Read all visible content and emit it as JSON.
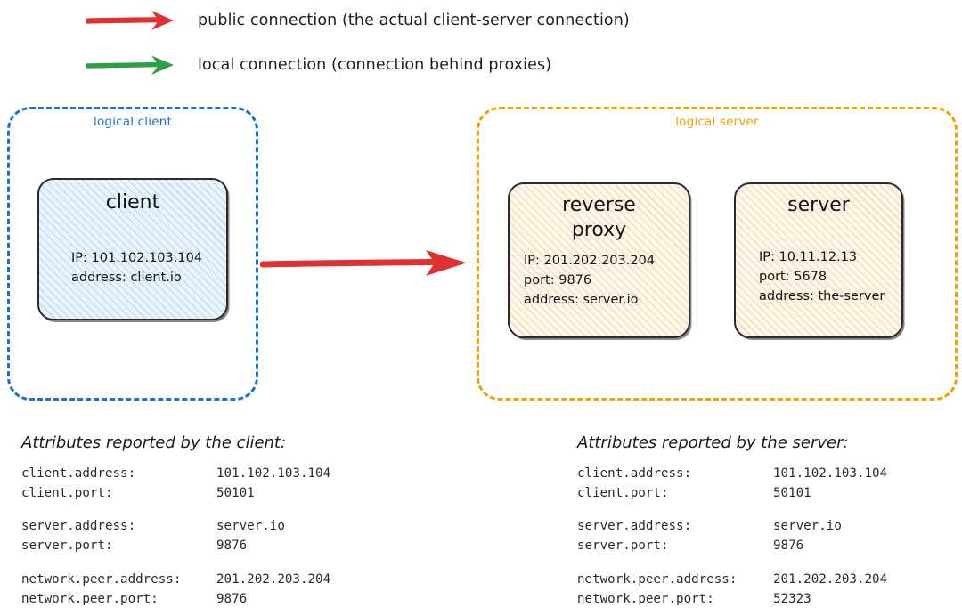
{
  "legend": {
    "items": [
      {
        "icon": "red-arrow-icon",
        "color": "#e03131",
        "label": "public connection (the actual client-server connection)"
      },
      {
        "icon": "green-arrow-icon",
        "color": "#2f9e44",
        "label": "local connection (connection behind proxies)"
      }
    ]
  },
  "diagram": {
    "main_arrow": {
      "icon": "red-arrow-icon",
      "color": "#e03131",
      "from": "client",
      "to": "reverse proxy"
    },
    "groups": [
      {
        "id": "client",
        "label": "logical client",
        "color": "#1971d2",
        "nodes": [
          {
            "id": "client",
            "title": "client",
            "fill": "#e8f3fb",
            "lines": [
              "IP: 101.102.103.104",
              "address: client.io"
            ]
          }
        ]
      },
      {
        "id": "server",
        "label": "logical server",
        "color": "#f59f00",
        "nodes": [
          {
            "id": "reverse-proxy",
            "title": "reverse\nproxy",
            "fill": "#fdf6ea",
            "lines": [
              "IP: 201.202.203.204",
              "port: 9876",
              "address: server.io"
            ]
          },
          {
            "id": "server",
            "title": "server",
            "fill": "#fdf6ea",
            "lines": [
              "IP: 10.11.12.13",
              "port: 5678",
              "address: the-server"
            ]
          }
        ]
      }
    ]
  },
  "attributes": {
    "client": {
      "heading": "Attributes reported by the client:",
      "groups": [
        [
          {
            "key": "client.address:",
            "value": "101.102.103.104"
          },
          {
            "key": "client.port:",
            "value": "50101"
          }
        ],
        [
          {
            "key": "server.address:",
            "value": "server.io"
          },
          {
            "key": "server.port:",
            "value": "9876"
          }
        ],
        [
          {
            "key": "network.peer.address:",
            "value": "201.202.203.204"
          },
          {
            "key": "network.peer.port:",
            "value": "9876"
          }
        ]
      ]
    },
    "server": {
      "heading": "Attributes reported by the server:",
      "groups": [
        [
          {
            "key": "client.address:",
            "value": "101.102.103.104"
          },
          {
            "key": "client.port:",
            "value": "50101"
          }
        ],
        [
          {
            "key": "server.address:",
            "value": "server.io"
          },
          {
            "key": "server.port:",
            "value": "9876"
          }
        ],
        [
          {
            "key": "network.peer.address:",
            "value": "201.202.203.204"
          },
          {
            "key": "network.peer.port:",
            "value": "52323"
          }
        ]
      ]
    }
  }
}
